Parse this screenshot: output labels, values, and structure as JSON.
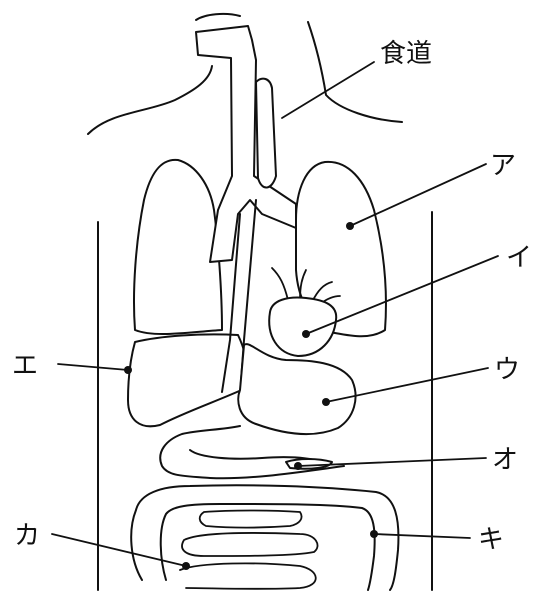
{
  "labels": {
    "esophagus": "食道",
    "a": "ア",
    "i": "イ",
    "u": "ウ",
    "e": "エ",
    "o": "オ",
    "ka": "カ",
    "ki": "キ"
  }
}
